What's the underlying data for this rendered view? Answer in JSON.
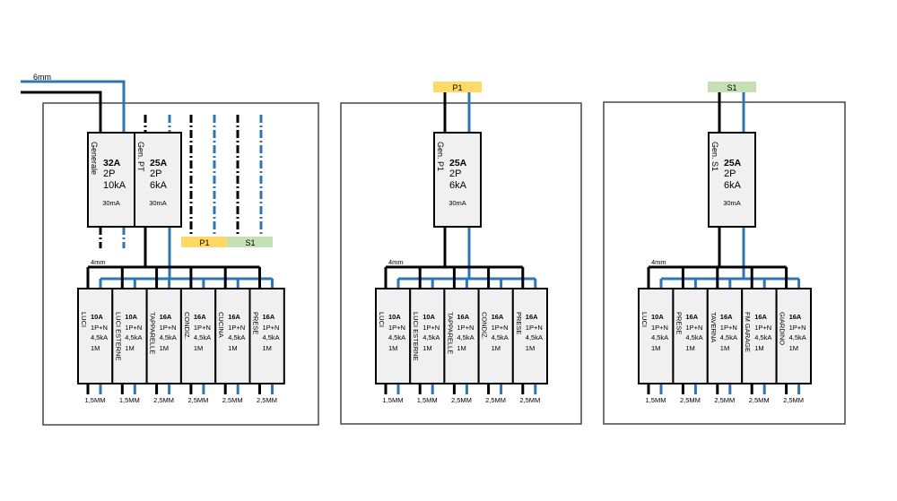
{
  "diagram": {
    "colors": {
      "live_wire": "#000000",
      "neutral_wire": "#2e75b6",
      "box_fill": "#f0f0f0",
      "tag_p1": "#ffd966",
      "tag_s1": "#c5e0b4"
    },
    "supply": {
      "cable_label": "6mm"
    },
    "panels": [
      {
        "id": "quadro-generale",
        "main_breakers": [
          {
            "name": "Generale",
            "rating": "32A",
            "poles": "2P",
            "breaking": "10kA",
            "residual": "30mA"
          },
          {
            "name": "Gen. PT",
            "rating": "25A",
            "poles": "2P",
            "breaking": "6kA",
            "residual": "30mA"
          }
        ],
        "outgoing_tags": [
          "P1",
          "S1"
        ],
        "busbar_label": "4mm",
        "modules": [
          {
            "name": "LUCI",
            "rating": "10A",
            "poles": "1P+N",
            "breaking": "4,5kA",
            "size": "1M",
            "cable": "1,5MM"
          },
          {
            "name": "LUCI ESTERNE",
            "rating": "10A",
            "poles": "1P+N",
            "breaking": "4,5kA",
            "size": "1M",
            "cable": "1,5MM"
          },
          {
            "name": "TAPPARELLE",
            "rating": "16A",
            "poles": "1P+N",
            "breaking": "4,5kA",
            "size": "1M",
            "cable": "2,5MM"
          },
          {
            "name": "CONDIZ.",
            "rating": "16A",
            "poles": "1P+N",
            "breaking": "4,5kA",
            "size": "1M",
            "cable": "2,5MM"
          },
          {
            "name": "CUCINA",
            "rating": "16A",
            "poles": "1P+N",
            "breaking": "4,5kA",
            "size": "1M",
            "cable": "2,5MM"
          },
          {
            "name": "PRESE",
            "rating": "16A",
            "poles": "1P+N",
            "breaking": "4,5kA",
            "size": "1M",
            "cable": "2,5MM"
          }
        ]
      },
      {
        "id": "quadro-p1",
        "incoming_tag": "P1",
        "main_breakers": [
          {
            "name": "Gen. P1",
            "rating": "25A",
            "poles": "2P",
            "breaking": "6kA",
            "residual": "30mA"
          }
        ],
        "busbar_label": "4mm",
        "modules": [
          {
            "name": "LUCI",
            "rating": "10A",
            "poles": "1P+N",
            "breaking": "4,5kA",
            "size": "1M",
            "cable": "1,5MM"
          },
          {
            "name": "LUCI ESTERNE",
            "rating": "10A",
            "poles": "1P+N",
            "breaking": "4,5kA",
            "size": "1M",
            "cable": "1,5MM"
          },
          {
            "name": "TAPPARELLE",
            "rating": "16A",
            "poles": "1P+N",
            "breaking": "4,5kA",
            "size": "1M",
            "cable": "2,5MM"
          },
          {
            "name": "CONDIZ.",
            "rating": "16A",
            "poles": "1P+N",
            "breaking": "4,5kA",
            "size": "1M",
            "cable": "2,5MM"
          },
          {
            "name": "PRESE",
            "rating": "16A",
            "poles": "1P+N",
            "breaking": "4,5kA",
            "size": "1M",
            "cable": "2,5MM"
          }
        ]
      },
      {
        "id": "quadro-s1",
        "incoming_tag": "S1",
        "main_breakers": [
          {
            "name": "Gen. S1",
            "rating": "25A",
            "poles": "2P",
            "breaking": "6kA",
            "residual": "30mA"
          }
        ],
        "busbar_label": "4mm",
        "modules": [
          {
            "name": "LUCI",
            "rating": "10A",
            "poles": "1P+N",
            "breaking": "4,5kA",
            "size": "1M",
            "cable": "1,5MM"
          },
          {
            "name": "PRESE",
            "rating": "16A",
            "poles": "1P+N",
            "breaking": "4,5kA",
            "size": "1M",
            "cable": "2,5MM"
          },
          {
            "name": "TAVERNA",
            "rating": "16A",
            "poles": "1P+N",
            "breaking": "4,5kA",
            "size": "1M",
            "cable": "2,5MM"
          },
          {
            "name": "FM GARAGE",
            "rating": "16A",
            "poles": "1P+N",
            "breaking": "4,5kA",
            "size": "1M",
            "cable": "2,5MM"
          },
          {
            "name": "GIARDINO",
            "rating": "16A",
            "poles": "1P+N",
            "breaking": "4,5kA",
            "size": "1M",
            "cable": "2,5MM"
          }
        ]
      }
    ]
  }
}
